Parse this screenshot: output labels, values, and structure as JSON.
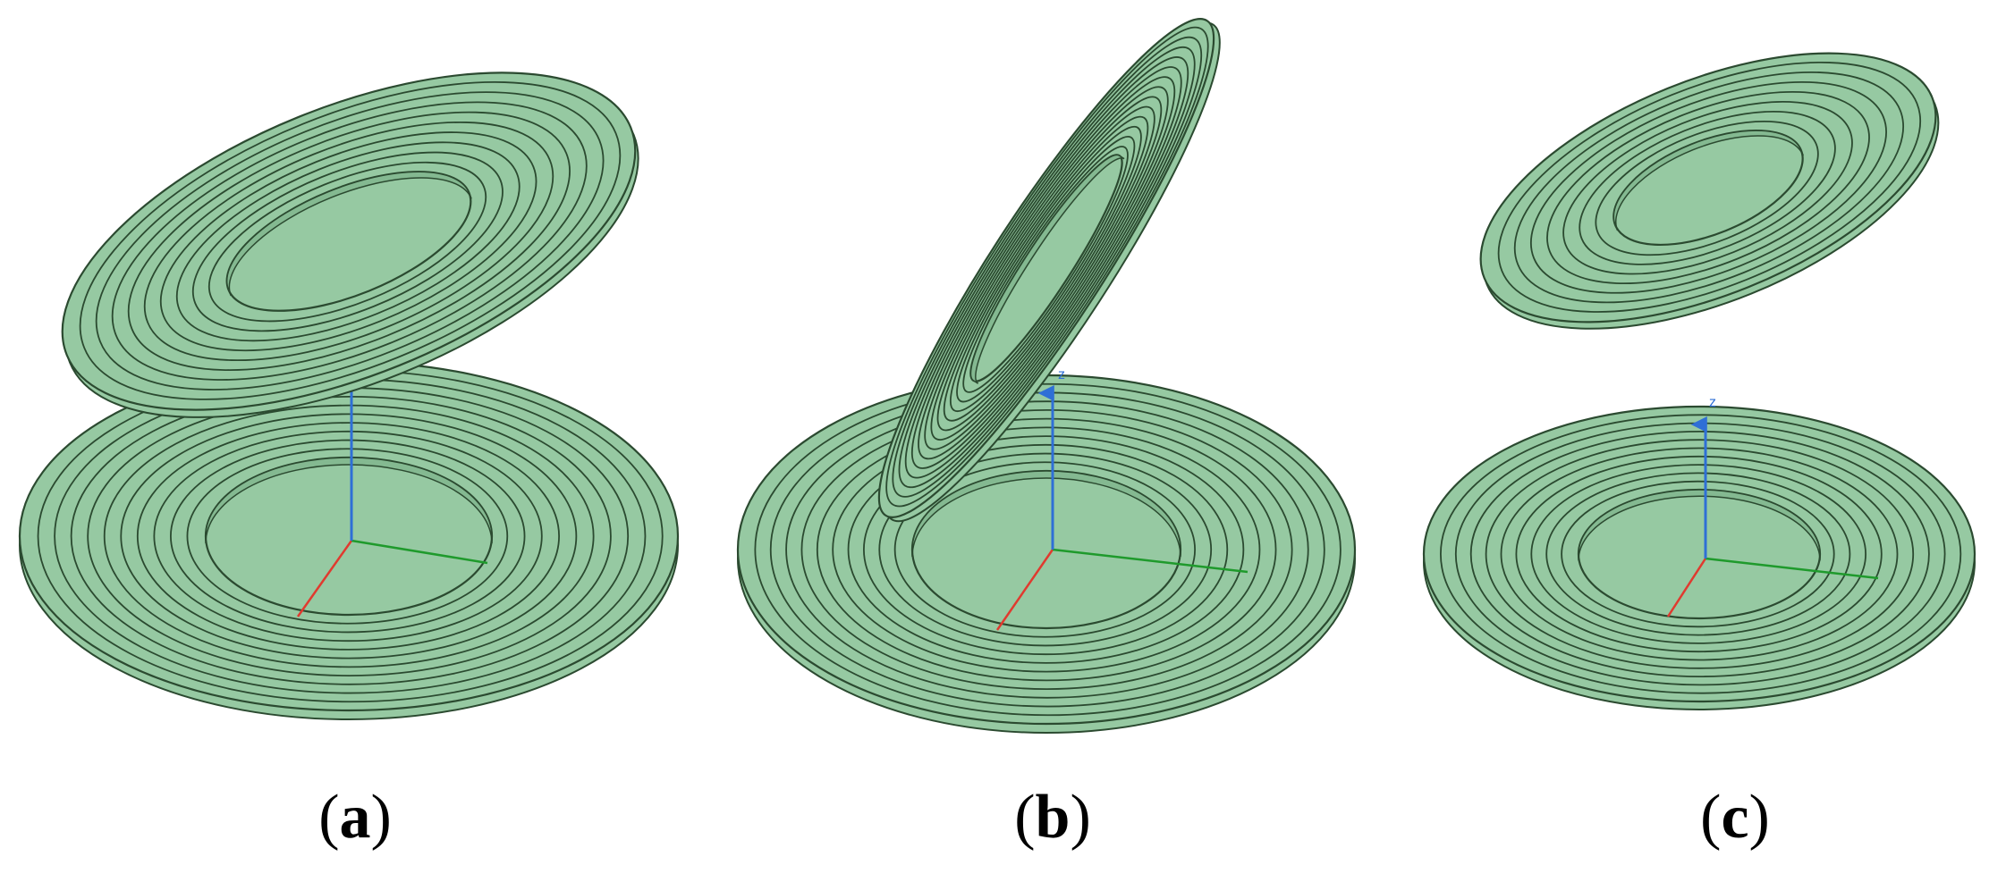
{
  "figure": {
    "panels": [
      {
        "id": "a",
        "caption_open": "(",
        "caption_letter": "a",
        "caption_close": ")",
        "axis_label": ""
      },
      {
        "id": "b",
        "caption_open": "(",
        "caption_letter": "b",
        "caption_close": ")",
        "axis_label": "z"
      },
      {
        "id": "c",
        "caption_open": "(",
        "caption_letter": "c",
        "caption_close": ")",
        "axis_label": "z"
      }
    ],
    "colors": {
      "coil_fill": "#96c9a2",
      "coil_edge": "#2b4a30",
      "axis_z": "#2f6fd6",
      "axis_x": "#e03a2f",
      "axis_y": "#1f9a2c"
    }
  }
}
